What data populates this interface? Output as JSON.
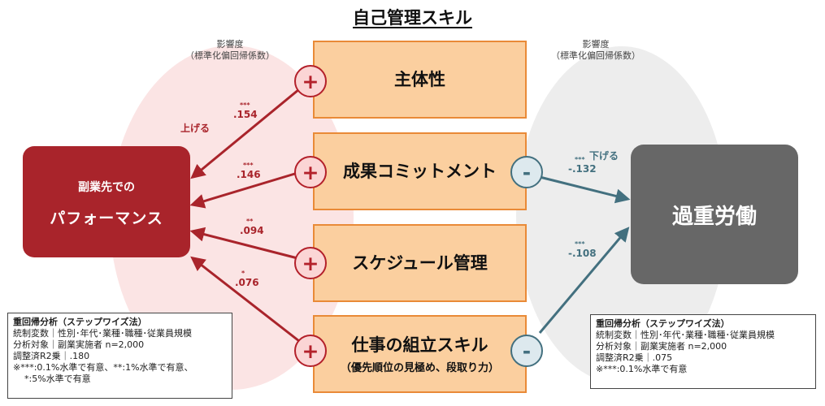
{
  "title": "自己管理スキル",
  "left_note": {
    "line1": "影響度",
    "line2": "（標準化偏回帰係数）"
  },
  "right_note": {
    "line1": "影響度",
    "line2": "（標準化偏回帰係数）"
  },
  "skills": [
    {
      "label": "主体性"
    },
    {
      "label": "成果コミットメント"
    },
    {
      "label": "スケジュール管理"
    },
    {
      "label": "仕事の組立スキル",
      "sub": "（優先順位の見極め、段取り力）"
    }
  ],
  "plus_symbol": "+",
  "minus_symbol": "-",
  "performance": {
    "line1": "副業先での",
    "line2": "パフォーマンス"
  },
  "overwork": {
    "label": "過重労働"
  },
  "direction": {
    "up": "上げる",
    "down": "下げる"
  },
  "coefficients": {
    "performance": [
      {
        "skill": "主体性",
        "value": ".154",
        "stars": "***"
      },
      {
        "skill": "成果コミットメント",
        "value": ".146",
        "stars": "***"
      },
      {
        "skill": "スケジュール管理",
        "value": ".094",
        "stars": "**"
      },
      {
        "skill": "仕事の組立スキル",
        "value": ".076",
        "stars": "*"
      }
    ],
    "overwork": [
      {
        "skill": "成果コミットメント",
        "value": "-.132",
        "stars": "***"
      },
      {
        "skill": "仕事の組立スキル",
        "value": "-.108",
        "stars": "***"
      }
    ]
  },
  "notes": {
    "left": {
      "header": "重回帰分析（ステップワイズ法）",
      "controls": "統制変数｜性別･年代･業種･職種･従業員規模",
      "target": "分析対象｜副業実施者 n=2,000",
      "r2": "調整済R2乗｜.180",
      "sig1": "※***:0.1%水準で有意、**:1%水準で有意、",
      "sig2": "*:5%水準で有意"
    },
    "right": {
      "header": "重回帰分析（ステップワイズ法）",
      "controls": "統制変数｜性別･年代･業種･職種･従業員規模",
      "target": "分析対象｜副業実施者 n=2,000",
      "r2": "調整済R2乗｜.075",
      "sig1": "※***:0.1%水準で有意"
    }
  },
  "colors": {
    "positive": "#a9242b",
    "negative": "#43707f",
    "skill_fill": "#fbcf9f",
    "skill_border": "#e98a37",
    "left_ellipse": "#fbe4e4",
    "right_ellipse": "#ededed"
  }
}
